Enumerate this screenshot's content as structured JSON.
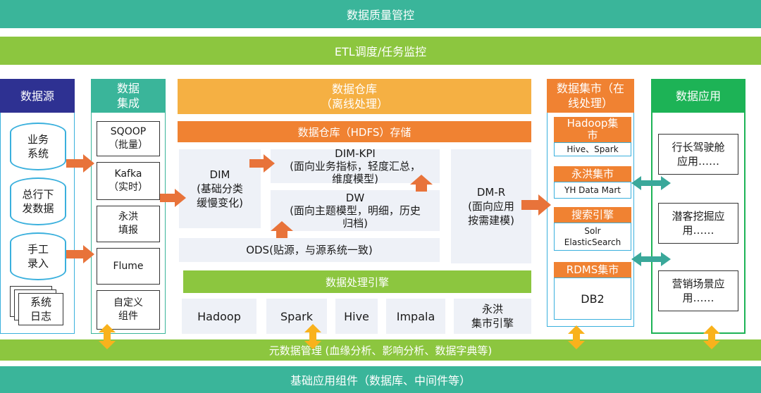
{
  "top_bar": "数据质量管控",
  "etl_bar": "ETL调度/任务监控",
  "data_source": {
    "title": "数据源",
    "items": [
      "业务\n系统",
      "总行下\n发数据",
      "手工\n录入"
    ],
    "log": "系统\n日志"
  },
  "integration": {
    "title": "数据\n集成",
    "items": [
      "SQOOP\n（批量）",
      "Kafka\n（实时）",
      "永洪\n填报",
      "Flume",
      "自定义\n组件"
    ]
  },
  "warehouse": {
    "title": "数据仓库\n（离线处理）",
    "storage": "数据仓库（HDFS）存储",
    "dim": "DIM\n(基础分类\n缓慢变化)",
    "dim_kpi": "DIM-KPI\n(面向业务指标，轻度汇总，\n维度模型)",
    "dw": "DW\n(面向主题模型，明细，历史\n归档)",
    "ods": "ODS(贴源，与源系统一致)",
    "dmr": "DM-R\n(面向应用\n按需建模)",
    "engine_title": "数据处理引擎",
    "engines": [
      "Hadoop",
      "Spark",
      "Hive",
      "Impala",
      "永洪\n集市引擎"
    ]
  },
  "mart": {
    "title": "数据集市（在\n线处理）",
    "groups": [
      {
        "header": "Hadoop集\n市",
        "body": "Hive、Spark"
      },
      {
        "header": "永洪集市",
        "body": "YH Data Mart"
      },
      {
        "header": "搜索引擎",
        "body": "Solr\nElasticSearch"
      },
      {
        "header": "RDMS集市",
        "body": "DB2"
      }
    ]
  },
  "apps": {
    "title": "数据应用",
    "items": [
      "行长驾驶舱\n应用……",
      "潜客挖掘应\n用……",
      "营销场景应\n用……"
    ]
  },
  "metadata_bar": "元数据管理 (血缘分析、影响分析、数据字典等)",
  "base_bar": "基础应用组件（数据库、中间件等）",
  "colors": {
    "teal": "#3ab59a",
    "green": "#8cc63f",
    "navy": "#2e3192",
    "orange": "#f08232",
    "light_orange": "#f5b043",
    "app_green": "#1db356",
    "blue_border": "#3ab0dd",
    "light_box": "#eef1f7",
    "arrow_orange": "#e8733a",
    "arrow_yellow": "#f9b21c",
    "arrow_teal": "#3aa89a"
  }
}
